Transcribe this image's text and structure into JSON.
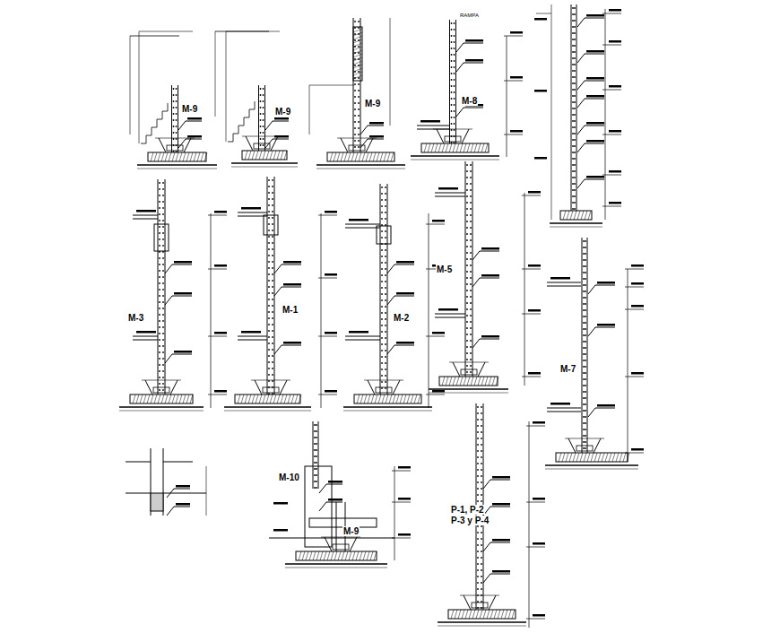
{
  "diagram": {
    "labels": [
      "M-9",
      "M-9",
      "M-9",
      "RAMPA",
      "M-8",
      "M-3",
      "M-1",
      "M-2",
      "M-5",
      "M-7",
      "M-10",
      "M-9",
      "P-1, P-2",
      "P-3 y P-4"
    ]
  }
}
